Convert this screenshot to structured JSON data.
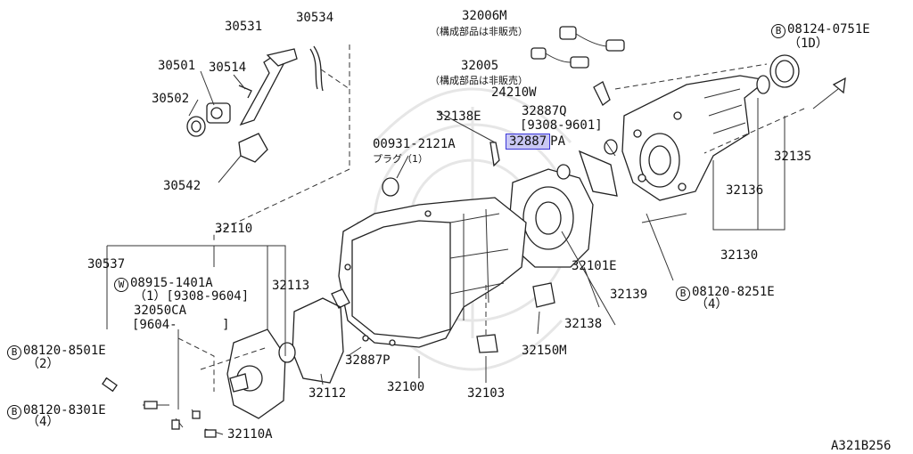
{
  "labels": {
    "p30531": "30531",
    "p30534": "30534",
    "p30501": "30501",
    "p30514": "30514",
    "p30502": "30502",
    "p30542": "30542",
    "p32006M": "32006M",
    "p32006M_note": "（構成部品は非販売）",
    "p32005": "32005",
    "p32005_note": "（構成部品は非販売）",
    "p24210W": "24210W",
    "p08124": "08124-0751E",
    "p08124_qty": "（1D）",
    "p32138E": "32138E",
    "p32887Q": "32887Q",
    "p32887Q_date": "[9308-9601]",
    "p32887": "32887",
    "p32887_suffix": "PA",
    "p00931": "00931-2121A",
    "p00931_note": "プラグ（1）",
    "p32135": "32135",
    "p32136": "32136",
    "p32110": "32110",
    "p30537": "30537",
    "p08915": "08915-1401A",
    "p08915_qty": "（1）[9308-9604]",
    "p32050CA": "32050CA",
    "p32050CA_date": "[9604-      ]",
    "p32113": "32113",
    "p32101E": "32101E",
    "p32130": "32130",
    "p32139": "32139",
    "p08120_8251": "08120-8251E",
    "p08120_8251_qty": "（4）",
    "p32138": "32138",
    "p08120_8501": "08120-8501E",
    "p08120_8501_qty": "（2）",
    "p32887P": "32887P",
    "p32150M": "32150M",
    "p32112": "32112",
    "p32100": "32100",
    "p32103": "32103",
    "p08120_8301": "08120-8301E",
    "p08120_8301_qty": "（4）",
    "p32110A": "32110A",
    "diagram_code": "A321B256"
  },
  "markers": {
    "bolt_B": "B",
    "washer_W": "W"
  },
  "highlight": {
    "part": "32887",
    "fill": "#c9c8f4",
    "border": "#3a36d8"
  }
}
